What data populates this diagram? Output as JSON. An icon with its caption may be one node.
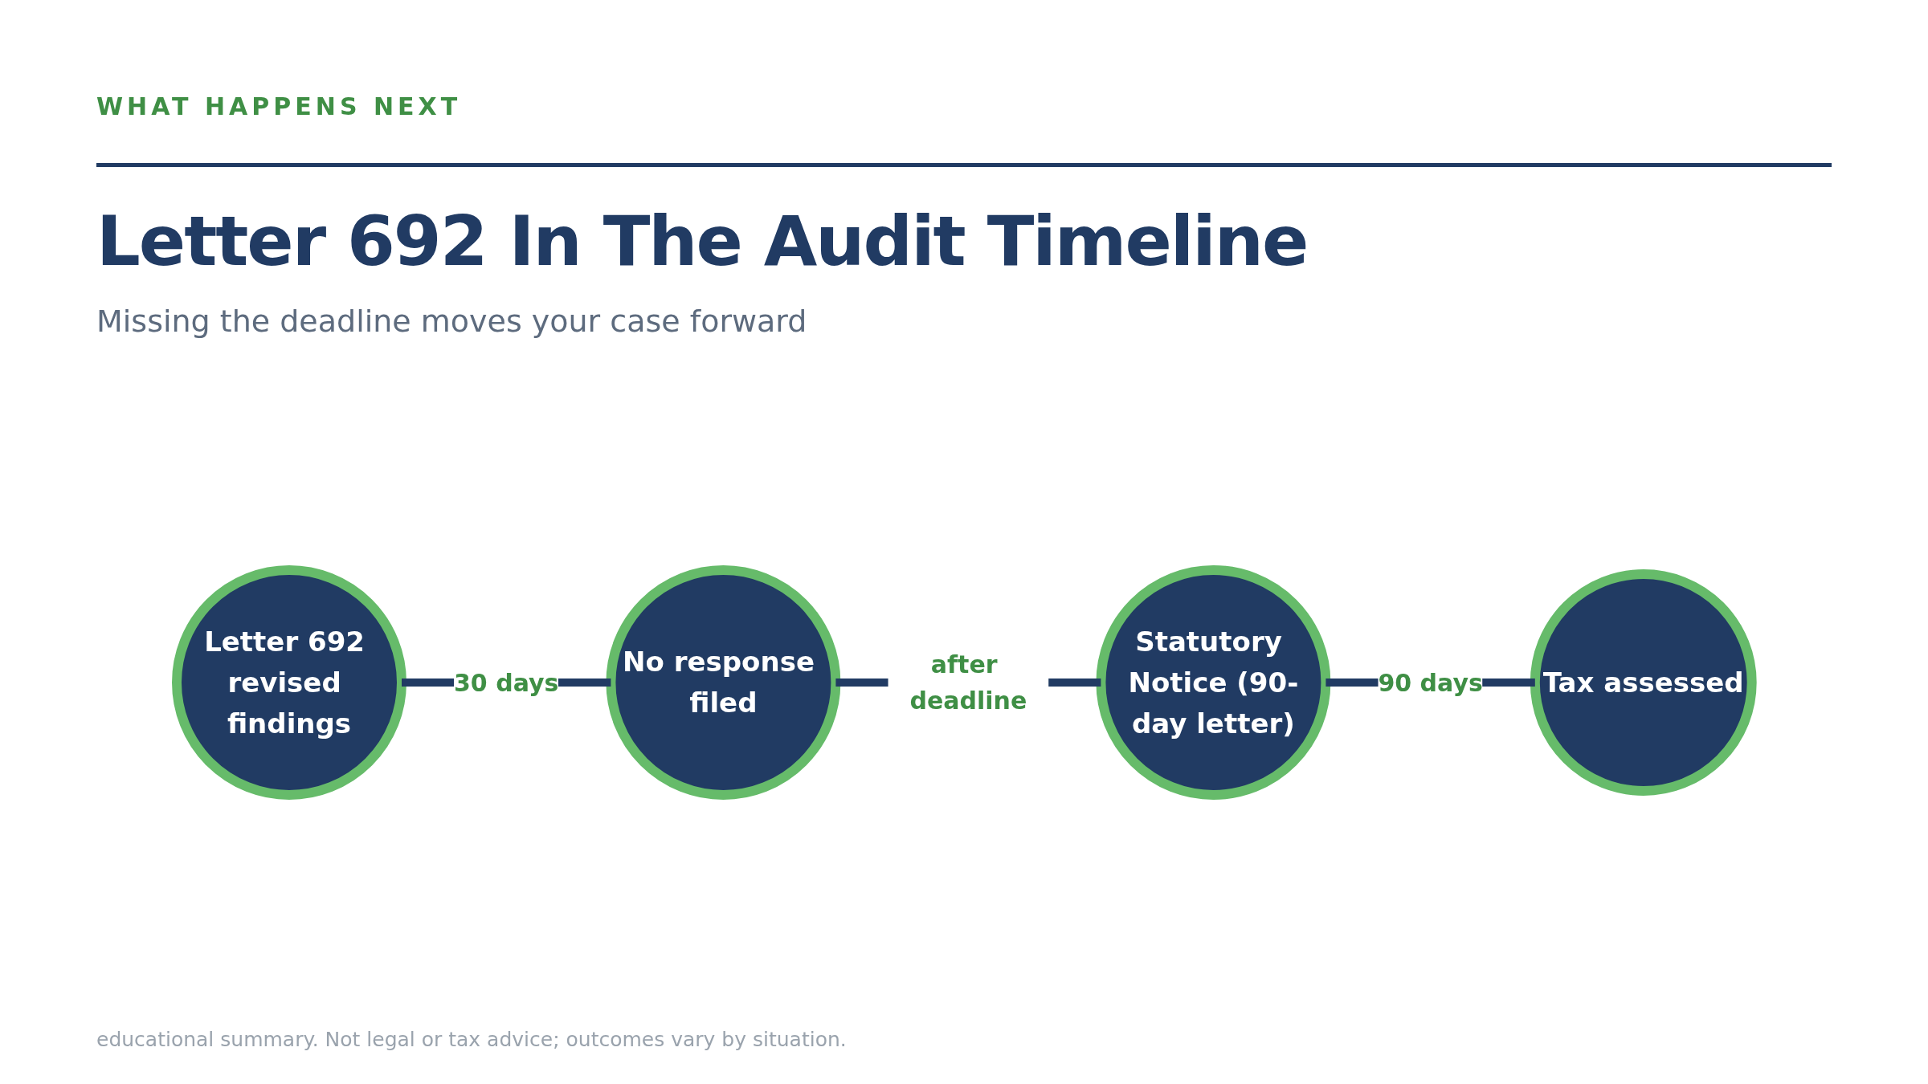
{
  "diagram": {
    "title": "Letter 692 In The Audit Timeline",
    "nodes": [
      {
        "text": [
          "Letter 692 revised findings"
        ]
      },
      {
        "text": [
          "No response filed"
        ]
      },
      {
        "text": [
          "Statutory Notice (90-day letter)"
        ]
      },
      {
        "text": [
          "Tax assessed"
        ]
      }
    ],
    "edges": [
      {
        "from": 0,
        "to": 1,
        "arrow": "none",
        "label": "30 days"
      },
      {
        "from": 1,
        "to": 2,
        "arrow": "none",
        "label": "after deadline"
      },
      {
        "from": 2,
        "to": 3,
        "arrow": "none",
        "label": "90 days"
      }
    ],
    "labels": [
      "WHAT HAPPENS NEXT",
      "Missing the deadline moves your case forward",
      "educational summary. Not legal or tax advice; outcomes vary by situation."
    ]
  }
}
